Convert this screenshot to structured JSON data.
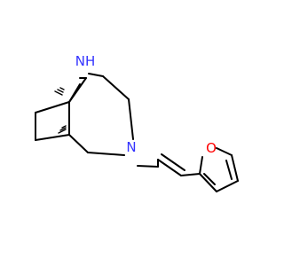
{
  "molecule": {
    "atoms": [
      {
        "label": "NH",
        "element": "N",
        "color": "#3333ff"
      },
      {
        "label": "N",
        "element": "N",
        "color": "#3333ff"
      },
      {
        "label": "O",
        "element": "O",
        "color": "#ff0000"
      }
    ],
    "stereo_markers": [
      "bridgehead-hash",
      "bridgehead-hash"
    ]
  }
}
